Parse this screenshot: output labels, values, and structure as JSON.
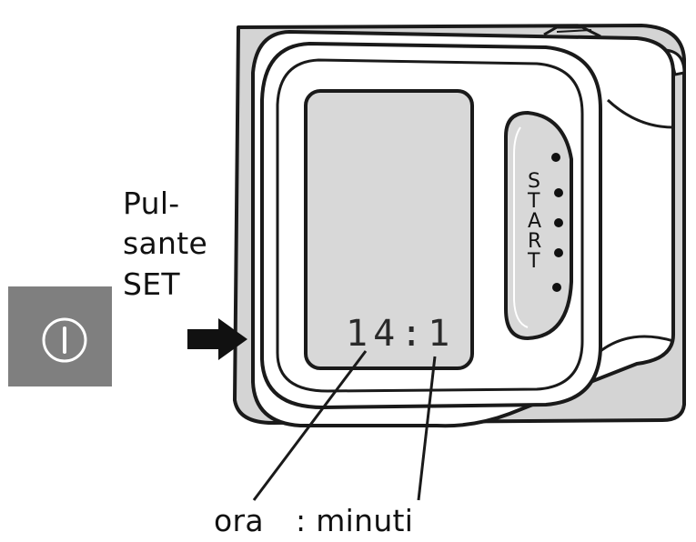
{
  "labels": {
    "button_line1": "Pul-",
    "button_line2": "sante",
    "button_line3": "SET",
    "hours": "ora",
    "minutes": ": minuti"
  },
  "display": {
    "time": "14:1"
  },
  "device": {
    "start_letters": [
      "S",
      "T",
      "A",
      "R",
      "T"
    ]
  },
  "set_button": {
    "icon": "power-button-icon",
    "tile_color": "#7f7f7f"
  }
}
